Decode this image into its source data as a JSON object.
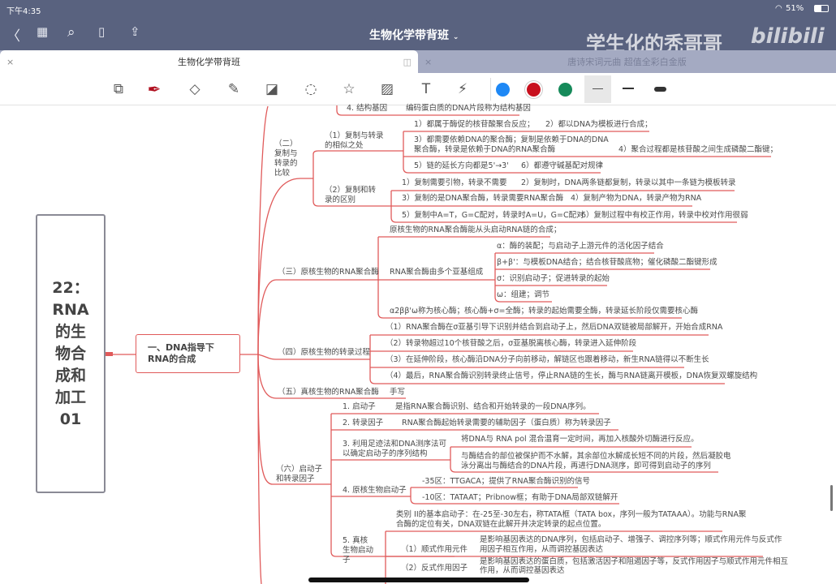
{
  "status_bar": {
    "time": "下午4:35",
    "battery": "51%"
  },
  "nav": {
    "title": "生物化学带背班",
    "watermark": "学生化的秃哥哥",
    "watermark_logo": "bilibili",
    "icons": [
      "back-icon",
      "grid-icon",
      "search-icon",
      "bookmark-icon",
      "share-icon"
    ]
  },
  "tabs": [
    {
      "label": "生物化学带背班",
      "active": true
    },
    {
      "label": "唐诗宋词元曲 超值全彩白金版",
      "active": false
    }
  ],
  "toolbar": {
    "tools": [
      "zoom-window",
      "pen",
      "eraser",
      "highlighter",
      "shapes",
      "lasso",
      "sticker",
      "image",
      "text",
      "laser"
    ],
    "colors": [
      "#1e88f5",
      "#c8101e",
      "#168a5a"
    ],
    "selected_color": "#c8101e"
  },
  "mindmap": {
    "root": "22：RNA的生物合成和加工01",
    "main": "一、DNA指导下RNA的合成",
    "top": {
      "label": "4. 结构基因",
      "desc": "编码蛋白质的DNA片段称为结构基因"
    },
    "s2": {
      "label": "（二）复制与转录的比较",
      "sim": "（1）复制与转录的相似之处",
      "sim_items": [
        "1）都属于酶促的核苷酸聚合反应；",
        "2）都以DNA为模板进行合成；",
        "3）都需要依赖DNA的聚合酶；复制是依赖于DNA的DNA",
        "聚合酶，转录是依赖于DNA的RNA聚合酶",
        "4）聚合过程都是核苷酸之间生成磷酸二酯键；",
        "5）链的延长方向都是5'→3'",
        "6）都遵守碱基配对规律"
      ],
      "diff": "（2）复制和转录的区别",
      "diff_items": [
        "1）复制需要引物，转录不需要",
        "2）复制时，DNA两条链都复制，转录以其中一条链为模板转录",
        "3）复制的是DNA聚合酶，转录需要RNA聚合酶",
        "4）复制产物为DNA，转录产物为RNA",
        "5）复制中A=T，G=C配对，转录时A=U，G=C配对",
        "6）复制过程中有校正作用，转录中校对作用很弱"
      ]
    },
    "s3": {
      "label": "（三）原核生物的RNA聚合酶",
      "a": "原核生物的RNA聚合酶能从头启动RNA链的合成；",
      "b": "RNA聚合酶由多个亚基组成",
      "subunits": [
        "α：酶的装配；与启动子上游元件的活化因子结合",
        "β+β'：与模板DNA结合；结合核苷酸底物；催化磷酸二酯键形成",
        "σ：识别启动子；促进转录的起始",
        "ω：组建；调节"
      ],
      "c": "α2ββ'ω称为核心酶；核心酶+σ=全酶；转录的起始需要全酶，转录延长阶段仅需要核心酶"
    },
    "s4": {
      "label": "（四）原核生物的转录过程",
      "items": [
        "（1）RNA聚合酶在σ亚基引导下识别并结合到启动子上，然后DNA双链被局部解开，开始合成RNA",
        "（2）转录物超过10个核苷酸之后，σ亚基脱离核心酶，转录进入延伸阶段",
        "（3）在延伸阶段，核心酶沿DNA分子向前移动，解链区也跟着移动，新生RNA链得以不断生长",
        "（4）最后，RNA聚合酶识别转录终止信号，停止RNA链的生长，酶与RNA链离开模板，DNA恢复双螺旋结构"
      ]
    },
    "s5": {
      "label": "（五）真核生物的RNA聚合酶",
      "note": "手写"
    },
    "s6": {
      "label": "（六）启动子和转录因子",
      "p1": {
        "label": "1. 启动子",
        "desc": "是指RNA聚合酶识别、结合和开始转录的一段DNA序列。"
      },
      "p2": {
        "label": "2. 转录因子",
        "desc": "RNA聚合酶起始转录需要的辅助因子（蛋白质）称为转录因子"
      },
      "p3": {
        "label": "3. 利用足迹法和DNA测序法可以确定启动子的序列结构",
        "d1": "将DNA与 RNA pol 混合温育一定时间，再加入核酸外切酶进行反应。",
        "d2a": "与酶结合的部位被保护而不水解，其余部位水解成长短不同的片段，然后凝胶电",
        "d2b": "泳分离出与酶结合的DNA片段，再进行DNA测序，即可得到启动子的序列"
      },
      "p4": {
        "label": "4. 原核生物启动子",
        "d1": "-35区：TTGACA；提供了RNA聚合酶识别的信号",
        "d2": "-10区：TATAAT；Pribnow框；有助于DNA局部双链解开"
      },
      "p5": {
        "label": "5. 真核生物启动子",
        "basic_a": "类别 II的基本启动子：在-25至-30左右，称TATA框（TATA box，序列一般为TATAAA）。功能与RNA聚",
        "basic_b": "合酶的定位有关，DNA双链在此解开并决定转录的起点位置。",
        "cis": "（1）顺式作用元件",
        "cis_a": "是影响基因表达的DNA序列，包括启动子、增强子、调控序列等；顺式作用元件与反式作",
        "cis_b": "用因子相互作用，从而调控基因表达",
        "trans": "（2）反式作用因子",
        "trans_a": "是影响基因表达的蛋白质，包括激活因子和阻遏因子等，反式作用因子与顺式作用元件相互",
        "trans_b": "作用，从而调控基因表达"
      }
    }
  },
  "colors": {
    "branch": "#e05a5a",
    "bar": "#59627f"
  }
}
